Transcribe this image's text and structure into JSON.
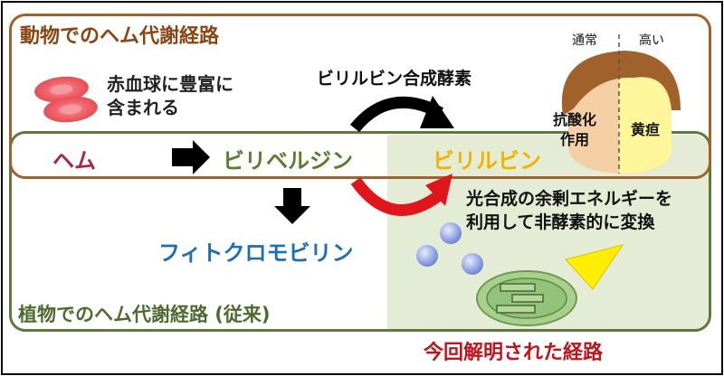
{
  "animal_heading": "動物でのヘム代謝経路",
  "plant_heading": "植物でのヘム代謝経路 (従来)",
  "rbc_note": [
    "赤血球に豊富に",
    "含まれる"
  ],
  "enzyme_label": "ビリルビン合成酵素",
  "compounds": {
    "heme": "ヘム",
    "biliverdin": "ビリベルジン",
    "bilirubin": "ビリルビン",
    "phytochromobilin": "フィトクロモビリン"
  },
  "photo_note": [
    "光合成の余剰エネルギーを",
    "利用して非酵素的に変換"
  ],
  "new_pathway": "今回解明された経路",
  "face": {
    "normal_label": "通常",
    "high_label": "高い",
    "antioxidant": [
      "抗酸化",
      "作用"
    ],
    "jaundice": "黄疸"
  },
  "colors": {
    "animal_border": "#a0612a",
    "plant_border": "#5c7a3a",
    "heme_text": "#a8254a",
    "biliverdin_text": "#5a7d2e",
    "bilirubin_text": "#f0b400",
    "phytochromobilin_text": "#1f6fb0",
    "new_pathway_text": "#c0141c",
    "red_arrow": "#e0161c"
  }
}
